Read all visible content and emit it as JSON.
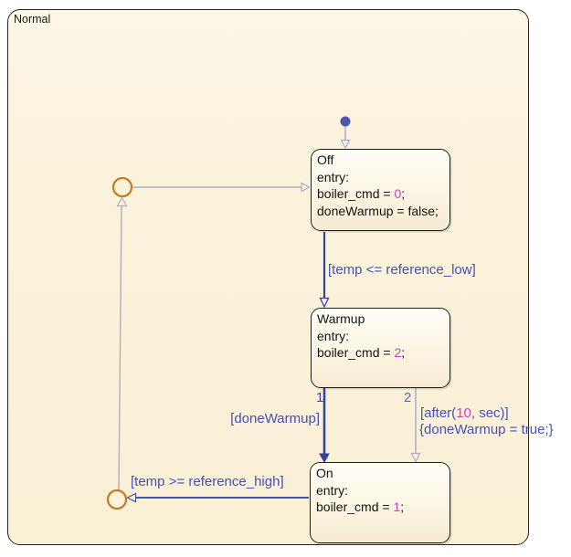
{
  "chart": {
    "title": "Normal",
    "states": {
      "off": {
        "name": "Off",
        "entry": "entry:",
        "a1": {
          "pre": "boiler_cmd = ",
          "num": "0",
          "post": ";"
        },
        "a2": "doneWarmup = false;"
      },
      "warmup": {
        "name": "Warmup",
        "entry": "entry:",
        "a1": {
          "pre": "boiler_cmd = ",
          "num": "2",
          "post": ";"
        }
      },
      "on": {
        "name": "On",
        "entry": "entry:",
        "a1": {
          "pre": "boiler_cmd = ",
          "num": "1",
          "post": ";"
        }
      }
    },
    "transitions": {
      "off_to_warmup": {
        "label": "[temp <= reference_low]"
      },
      "warmup_to_on_1": {
        "num": "1",
        "label": "[doneWarmup]"
      },
      "warmup_to_on_2": {
        "num": "2",
        "cond_pre": "[after(",
        "cond_num": "10",
        "cond_post": ", sec)]",
        "action": "{doneWarmup = true;}"
      },
      "on_to_junction": {
        "label": "[temp >= reference_high]"
      }
    },
    "colors": {
      "chart_fill": "#fbf2dc",
      "state_border": "#21211a",
      "transition_dark": "#36439b",
      "transition_light": "#a8adcc",
      "junction_line": "#b4b3ba",
      "junction_border": "#c9791f",
      "label_blue": "#4451b2",
      "literal_magenta": "#d53ec4",
      "initial_dot": "#4c56aa"
    }
  }
}
